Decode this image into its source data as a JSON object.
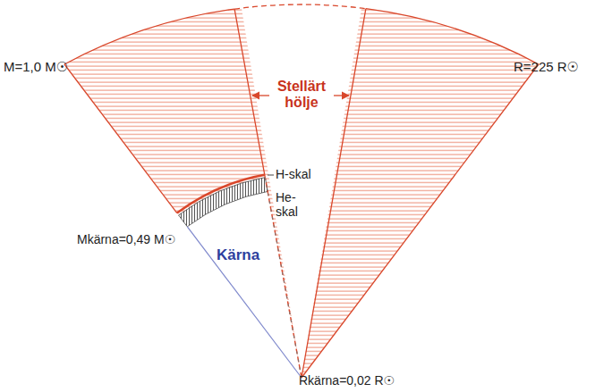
{
  "diagram": {
    "labels": [
      "M=1,0 M☉",
      "Stellärt hölje",
      "R=225 R☉",
      "H-skal",
      "He- skal",
      "Mkärna=0,49 M☉",
      "Kärna",
      "Rkärna=0,02 R☉"
    ]
  }
}
